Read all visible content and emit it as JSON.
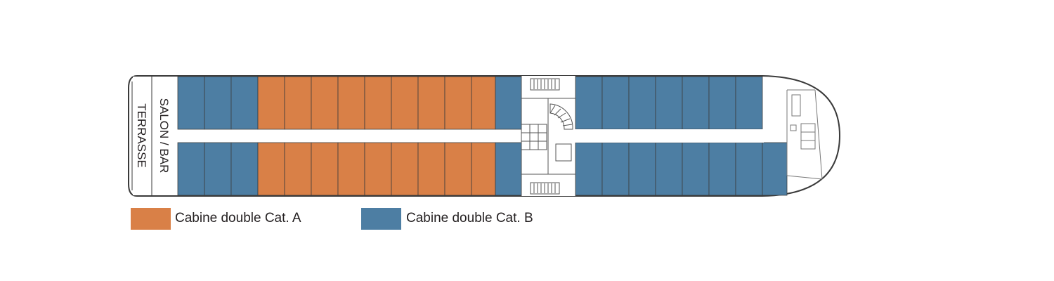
{
  "rooms": {
    "salon_bar": "SALON / BAR",
    "terrasse": "TERRASSE"
  },
  "legend": {
    "cat_a": {
      "label": "Cabine double Cat. A",
      "color": "#d98047"
    },
    "cat_b": {
      "label": "Cabine double Cat. B",
      "color": "#4d7ea3"
    }
  },
  "colors": {
    "hull_outline": "#3a3a3a",
    "divider": "#b3b3b3",
    "corridor": "#ffffff",
    "background": "#ffffff"
  },
  "cabins": {
    "port_side": [
      "B",
      "B",
      "B",
      "A",
      "A",
      "A",
      "A",
      "A",
      "A",
      "A",
      "A",
      "A",
      "B",
      "B",
      "B",
      "B",
      "B",
      "B",
      "B",
      "B"
    ],
    "starboard_side": [
      "B",
      "B",
      "B",
      "A",
      "A",
      "A",
      "A",
      "A",
      "A",
      "A",
      "A",
      "A",
      "B",
      "B",
      "B",
      "B",
      "B",
      "B",
      "B",
      "B",
      "B"
    ]
  }
}
